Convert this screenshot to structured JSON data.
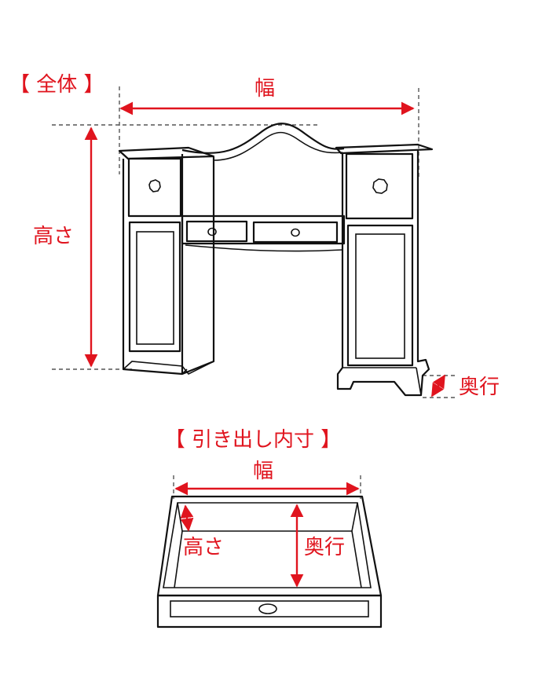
{
  "accent_color": "#e0141e",
  "line_color": "#111111",
  "overall": {
    "section_label": "【 全体 】",
    "width_label": "幅",
    "height_label": "高さ",
    "depth_label": "奥行"
  },
  "drawer": {
    "section_label": "【 引き出し内寸 】",
    "width_label": "幅",
    "height_label": "高さ",
    "depth_label": "奥行"
  }
}
